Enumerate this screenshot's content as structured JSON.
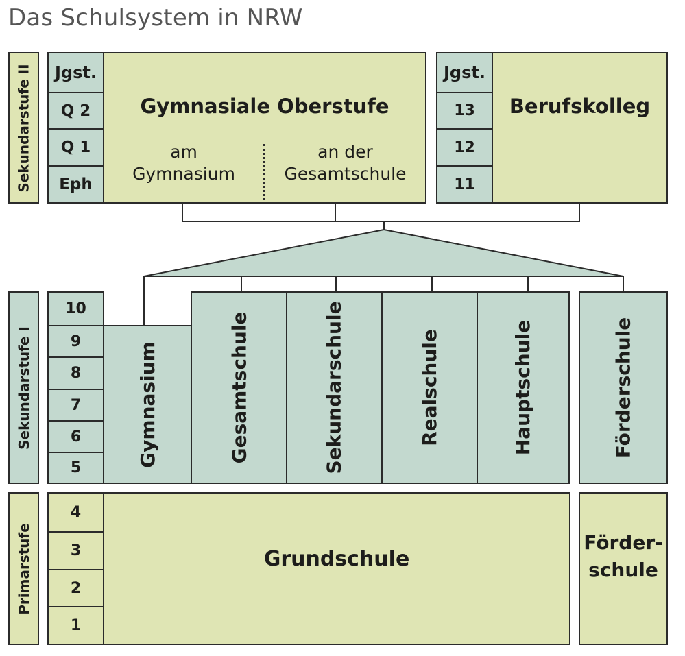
{
  "title": "Das Schulsystem in NRW",
  "sek2": {
    "stage_label": "Sekundarstufe II",
    "gym": {
      "header": "Jgst.",
      "grades": [
        "Q 2",
        "Q 1",
        "Eph"
      ],
      "title": "Gymnasiale Oberstufe",
      "left_line1": "am",
      "left_line2": "Gymnasium",
      "right_line1": "an der",
      "right_line2": "Gesamtschule"
    },
    "bk": {
      "header": "Jgst.",
      "grades": [
        "13",
        "12",
        "11"
      ],
      "title": "Berufskolleg"
    }
  },
  "sek1": {
    "stage_label": "Sekundarstufe I",
    "grades": [
      "10",
      "9",
      "8",
      "7",
      "6",
      "5"
    ],
    "schools": [
      "Gymnasium",
      "Gesamtschule",
      "Sekundarschule",
      "Realschule",
      "Hauptschule"
    ],
    "foerder": "Förderschule"
  },
  "primar": {
    "stage_label": "Primarstufe",
    "grades": [
      "4",
      "3",
      "2",
      "1"
    ],
    "grundschule": "Grundschule",
    "foerder_line1": "Förder-",
    "foerder_line2": "schule"
  },
  "colors": {
    "green": "#dfe5b4",
    "teal": "#c3d9cf",
    "border": "#2b2b2b"
  }
}
